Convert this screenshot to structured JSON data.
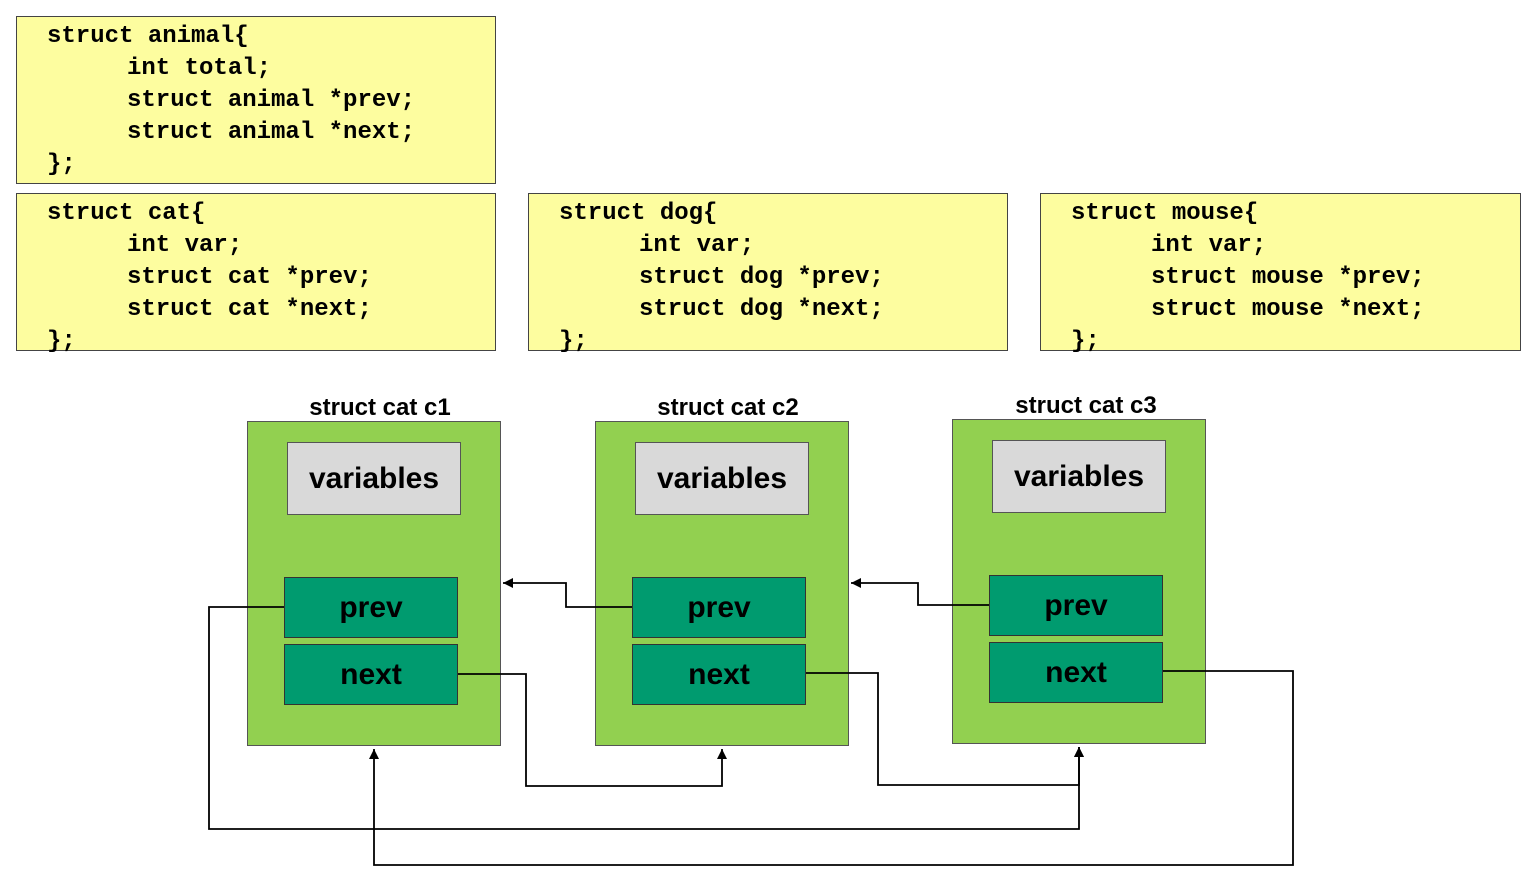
{
  "code_blocks": [
    {
      "id": "animal",
      "lines": [
        "struct animal{",
        "int total;",
        "struct animal *prev;",
        "struct animal *next;",
        "};"
      ]
    },
    {
      "id": "cat",
      "lines": [
        "struct cat{",
        "int var;",
        "struct cat *prev;",
        "struct cat *next;",
        "};"
      ]
    },
    {
      "id": "dog",
      "lines": [
        "struct dog{",
        "int var;",
        "struct dog *prev;",
        "struct dog *next;",
        "};"
      ]
    },
    {
      "id": "mouse",
      "lines": [
        "struct mouse{",
        "int var;",
        "struct mouse *prev;",
        "struct mouse *next;",
        "};"
      ]
    }
  ],
  "nodes": [
    {
      "title": "struct cat c1",
      "vars_label": "variables",
      "prev_label": "prev",
      "next_label": "next"
    },
    {
      "title": "struct cat c2",
      "vars_label": "variables",
      "prev_label": "prev",
      "next_label": "next"
    },
    {
      "title": "struct cat c3",
      "vars_label": "variables",
      "prev_label": "prev",
      "next_label": "next"
    }
  ],
  "colors": {
    "code_background": "#fdfd9f",
    "node_background": "#92d050",
    "variables_background": "#d9d9d9",
    "pointer_background": "#009b6f"
  }
}
